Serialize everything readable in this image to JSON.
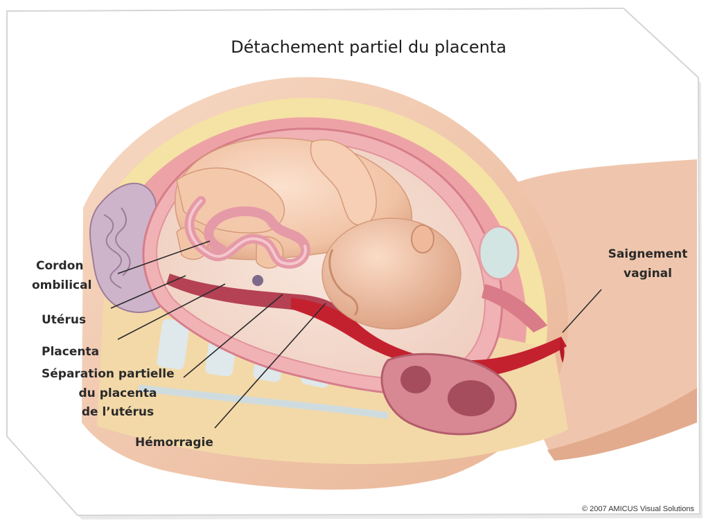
{
  "title": "Détachement partiel du placenta",
  "labels": {
    "cordon_line1": "Cordon",
    "cordon_line2": "ombilical",
    "uterus": "Utérus",
    "placenta": "Placenta",
    "separation_line1": "Séparation partielle",
    "separation_line2": "du placenta",
    "separation_line3": "de l’utérus",
    "hemorragie": "Hémorragie",
    "saignement_line1": "Saignement",
    "saignement_line2": "vaginal"
  },
  "copyright": "© 2007 AMICUS Visual Solutions",
  "colors": {
    "background": "#ffffff",
    "skin": "#f3c9ae",
    "skin_shadow": "#e2a98a",
    "fat_layer": "#f4e3a6",
    "muscle": "#e89ba0",
    "uterus_wall": "#f0b3b5",
    "uterus_inner": "#d96a78",
    "placenta": "#b23f52",
    "hemorrhage": "#c4212f",
    "intestine": "#c9b2c6",
    "bladder": "#cfe3e0",
    "leader_line": "#2a2a2a"
  }
}
